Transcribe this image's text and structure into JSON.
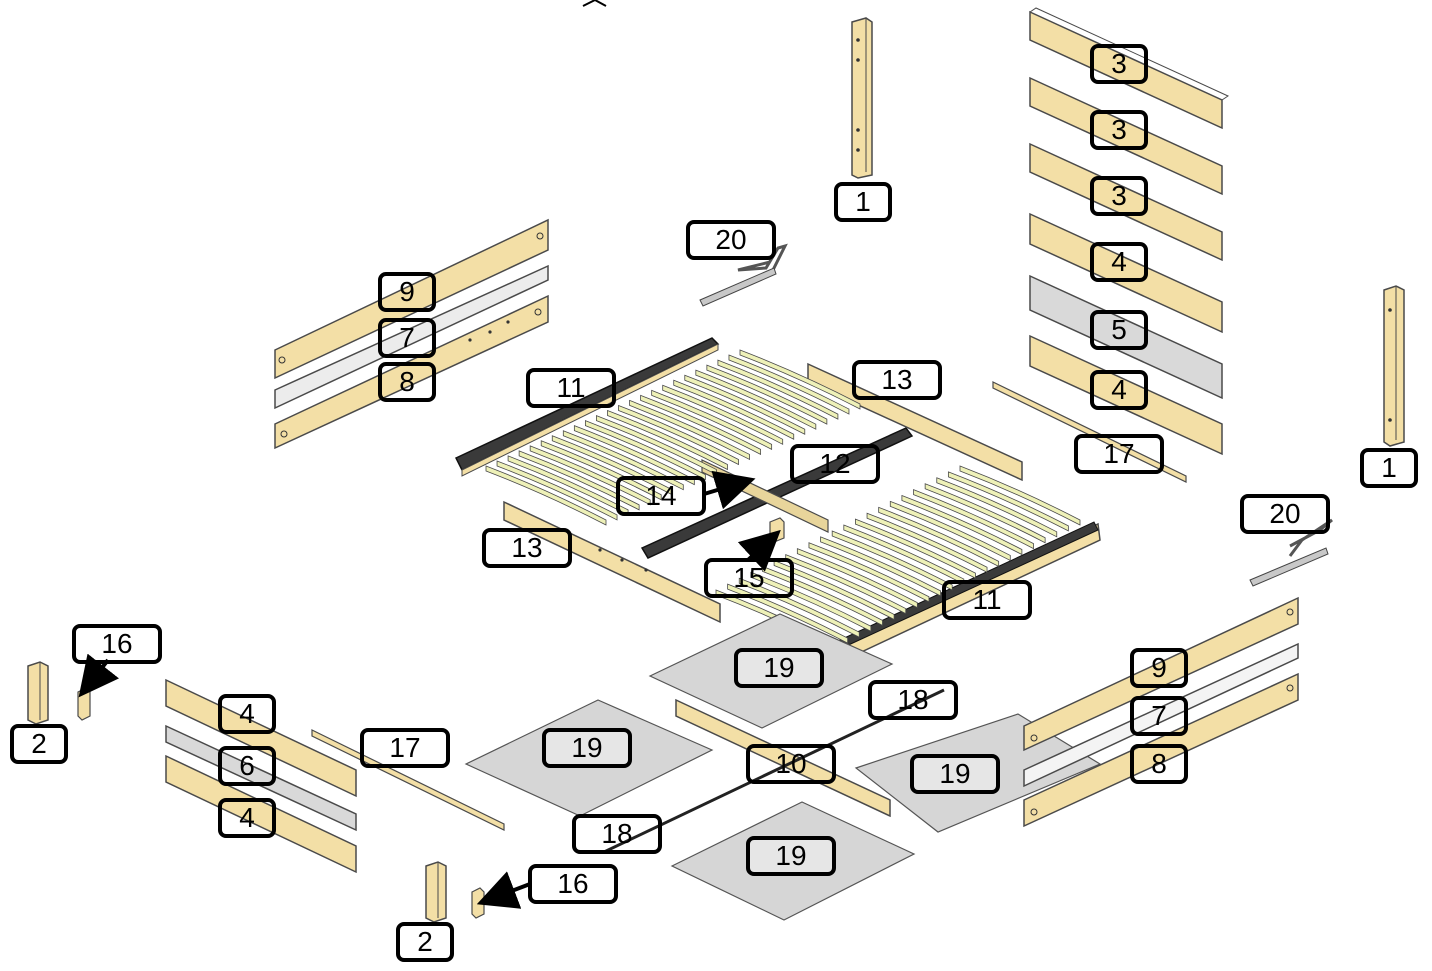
{
  "colors": {
    "wood": "#f3dfa6",
    "wood_edge": "#4a4a4a",
    "metal": "#d9d9d9",
    "pad": "#d0d0d0",
    "slat": "#eef1b8",
    "outline": "#000000"
  },
  "labels": {
    "p1_top": "1",
    "p1_right": "1",
    "p2_left": "2",
    "p2_bottom": "2",
    "p3_a": "3",
    "p3_b": "3",
    "p3_c": "3",
    "p4_right_a": "4",
    "p4_right_b": "4",
    "p4_left_a": "4",
    "p4_left_b": "4",
    "p5": "5",
    "p6": "6",
    "p7_left": "7",
    "p7_right": "7",
    "p8_left": "8",
    "p8_right": "8",
    "p9_left": "9",
    "p9_right": "9",
    "p10": "10",
    "p11_left": "11",
    "p11_right": "11",
    "p12": "12",
    "p13_right": "13",
    "p13_left": "13",
    "p14": "14",
    "p15": "15",
    "p16_left": "16",
    "p16_bottom": "16",
    "p17_right": "17",
    "p17_left": "17",
    "p18_top": "18",
    "p18_bottom": "18",
    "p19_a": "19",
    "p19_b": "19",
    "p19_c": "19",
    "p19_d": "19",
    "p20_top": "20",
    "p20_right": "20"
  }
}
